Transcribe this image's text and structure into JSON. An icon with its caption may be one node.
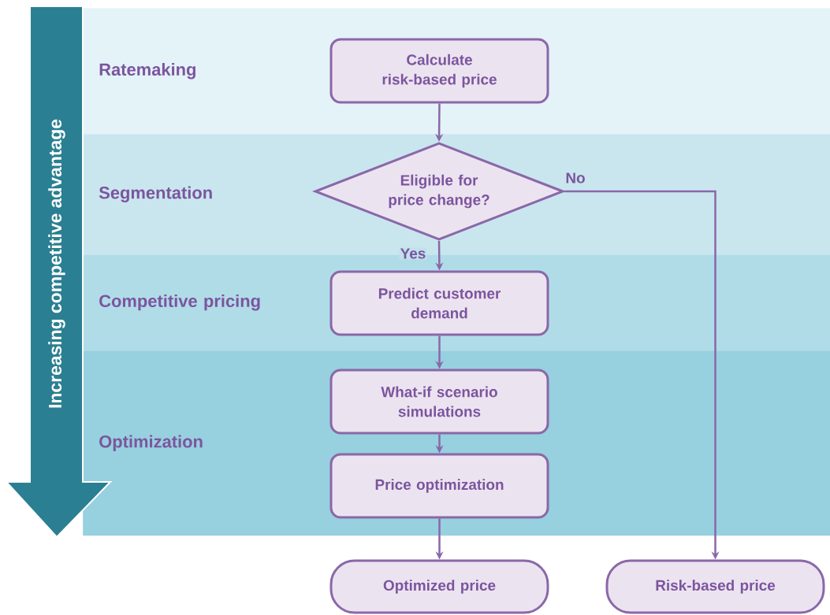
{
  "diagram": {
    "nodes": [
      {
        "text": [
          "Increasing competitive advantage"
        ]
      },
      {
        "text": [
          "Ratemaking"
        ]
      },
      {
        "text": [
          "Calculate risk-based price"
        ],
        "in": 1
      },
      {
        "text": [
          "Segmentation"
        ]
      },
      {
        "text": [
          "Eligible for price change?"
        ],
        "in": 3
      },
      {
        "text": [
          "Competitive pricing"
        ]
      },
      {
        "text": [
          "Predict customer demand"
        ],
        "in": 5
      },
      {
        "text": [
          "Optimization"
        ]
      },
      {
        "text": [
          "What-if scenario simulations"
        ],
        "in": 7
      },
      {
        "text": [
          "Price optimization"
        ],
        "in": 7
      },
      {
        "text": [
          "Optimized price"
        ]
      },
      {
        "text": [
          "Risk-based price"
        ]
      }
    ],
    "edges": [
      {
        "from": 2,
        "to": 4,
        "arrow": "to"
      },
      {
        "from": 4,
        "to": 6,
        "arrow": "to",
        "label": "Yes"
      },
      {
        "from": 4,
        "to": 11,
        "arrow": "to",
        "label": "No"
      },
      {
        "from": 6,
        "to": 8,
        "arrow": "to"
      },
      {
        "from": 8,
        "to": 9,
        "arrow": "to"
      },
      {
        "from": 9,
        "to": 10,
        "arrow": "to"
      }
    ]
  }
}
